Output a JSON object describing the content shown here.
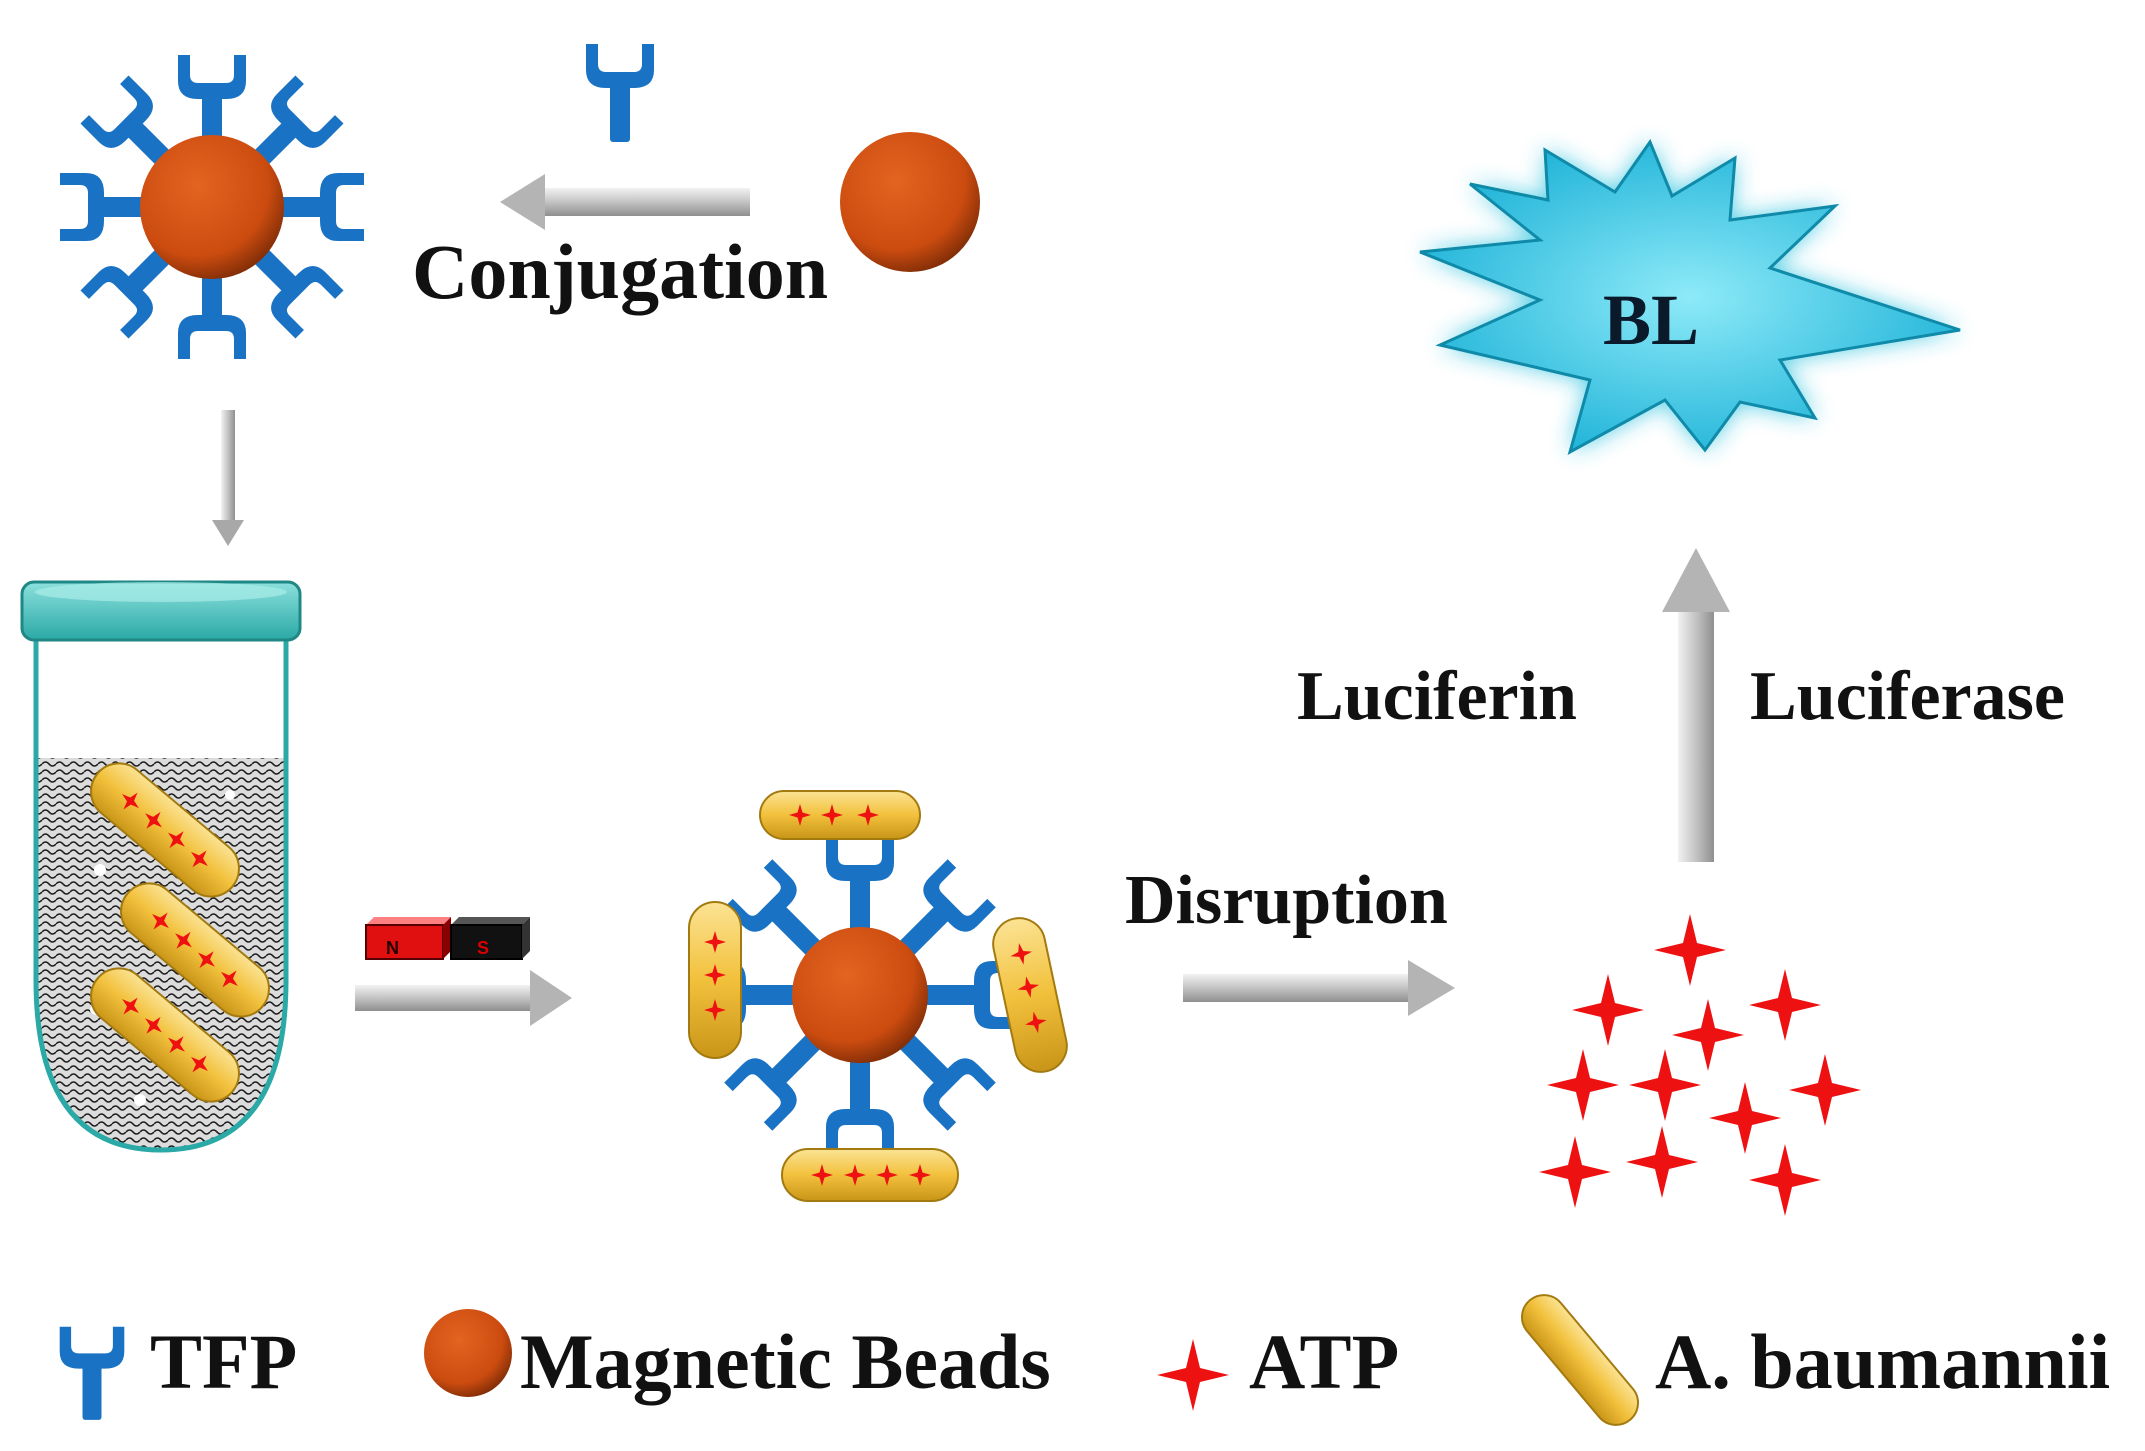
{
  "labels": {
    "conjugation": "Conjugation",
    "disruption": "Disruption",
    "luciferin": "Luciferin",
    "luciferase": "Luciferase",
    "bl": "BL",
    "magnet_n": "N",
    "magnet_s": "S"
  },
  "legend": [
    {
      "icon": "tfp-icon",
      "label": "TFP"
    },
    {
      "icon": "magnetic-bead-icon",
      "label": "Magnetic Beads"
    },
    {
      "icon": "atp-icon",
      "label": "ATP"
    },
    {
      "icon": "bacterium-icon",
      "label": "A. baumannii"
    }
  ],
  "colors": {
    "tfp": "#1a72c4",
    "bead": "#cc4c10",
    "atp": "#ee1111",
    "bacterium": "#f2c13c",
    "tube_rim": "#48c8c4",
    "burst": "#29c3e0",
    "arrow": "#c9c9c9"
  }
}
